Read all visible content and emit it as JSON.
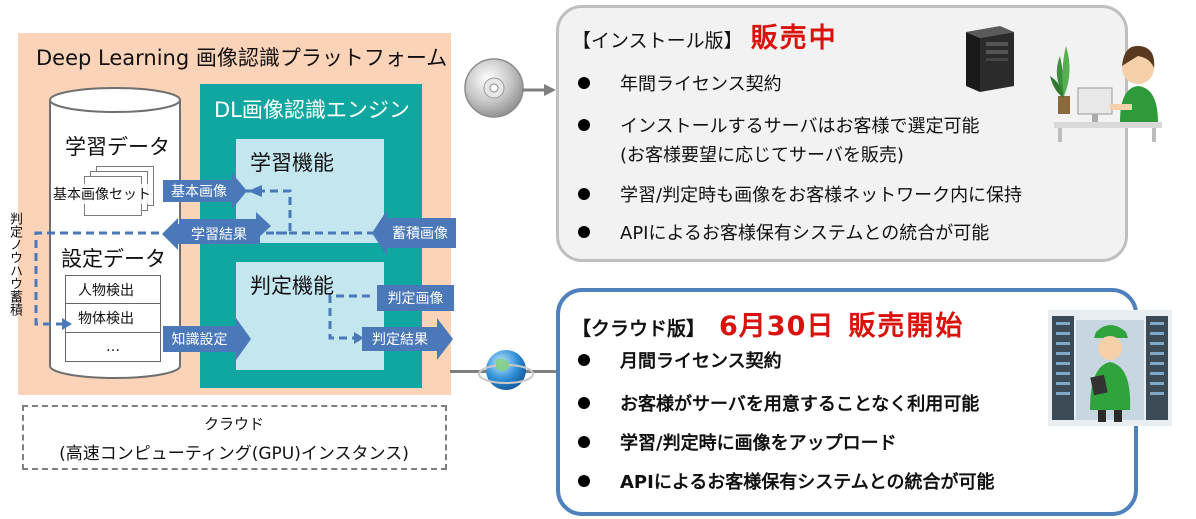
{
  "platform": {
    "title": "Deep Learning 画像認識プラットフォーム",
    "database": {
      "learning_data_title": "学習データ",
      "basic_image_set_label": "基本画像セット",
      "setting_data_title": "設定データ",
      "setting_items": [
        "人物検出",
        "物体検出",
        "…"
      ]
    },
    "engine": {
      "title": "DL画像認識エンジン",
      "learning_function_title": "学習機能",
      "judgement_function_title": "判定機能"
    },
    "arrows": {
      "basic_image": "基本画像",
      "learning_result": "学習結果",
      "accumulated_image": "蓄積画像",
      "judgement_image": "判定画像",
      "knowledge_setting": "知識設定",
      "judgement_result": "判定結果"
    },
    "vertical_label": "判定ノウハウ蓄積",
    "cloud": {
      "line1": "クラウド",
      "line2": "(高速コンピューティング(GPU)インスタンス)"
    }
  },
  "install_edition": {
    "tag": "【インストール版】",
    "status": "販売中",
    "bullets": [
      "年間ライセンス契約",
      "インストールするサーバはお客様で選定可能",
      "(お客様要望に応じてサーバを販売)",
      "学習/判定時も画像をお客様ネットワーク内に保持",
      "APIによるお客様保有システムとの統合が可能"
    ]
  },
  "cloud_edition": {
    "tag": "【クラウド版】",
    "date": "6月30日",
    "status": "販売開始",
    "bullets": [
      "月間ライセンス契約",
      "お客様がサーバを用意することなく利用可能",
      "学習/判定時に画像をアップロード",
      "APIによるお客様保有システムとの統合が可能"
    ]
  },
  "colors": {
    "platform_bg": "#fbd3b8",
    "engine_bg": "#10a7a1",
    "function_bg": "#c3e6ef",
    "arrow_blue": "#4a78b8",
    "status_red": "#d9120c",
    "cloud_box_border": "#4f81bd"
  },
  "icons": [
    "cd-disc-icon",
    "server-tower-icon",
    "office-worker-icon",
    "globe-icon",
    "datacenter-engineer-icon"
  ]
}
